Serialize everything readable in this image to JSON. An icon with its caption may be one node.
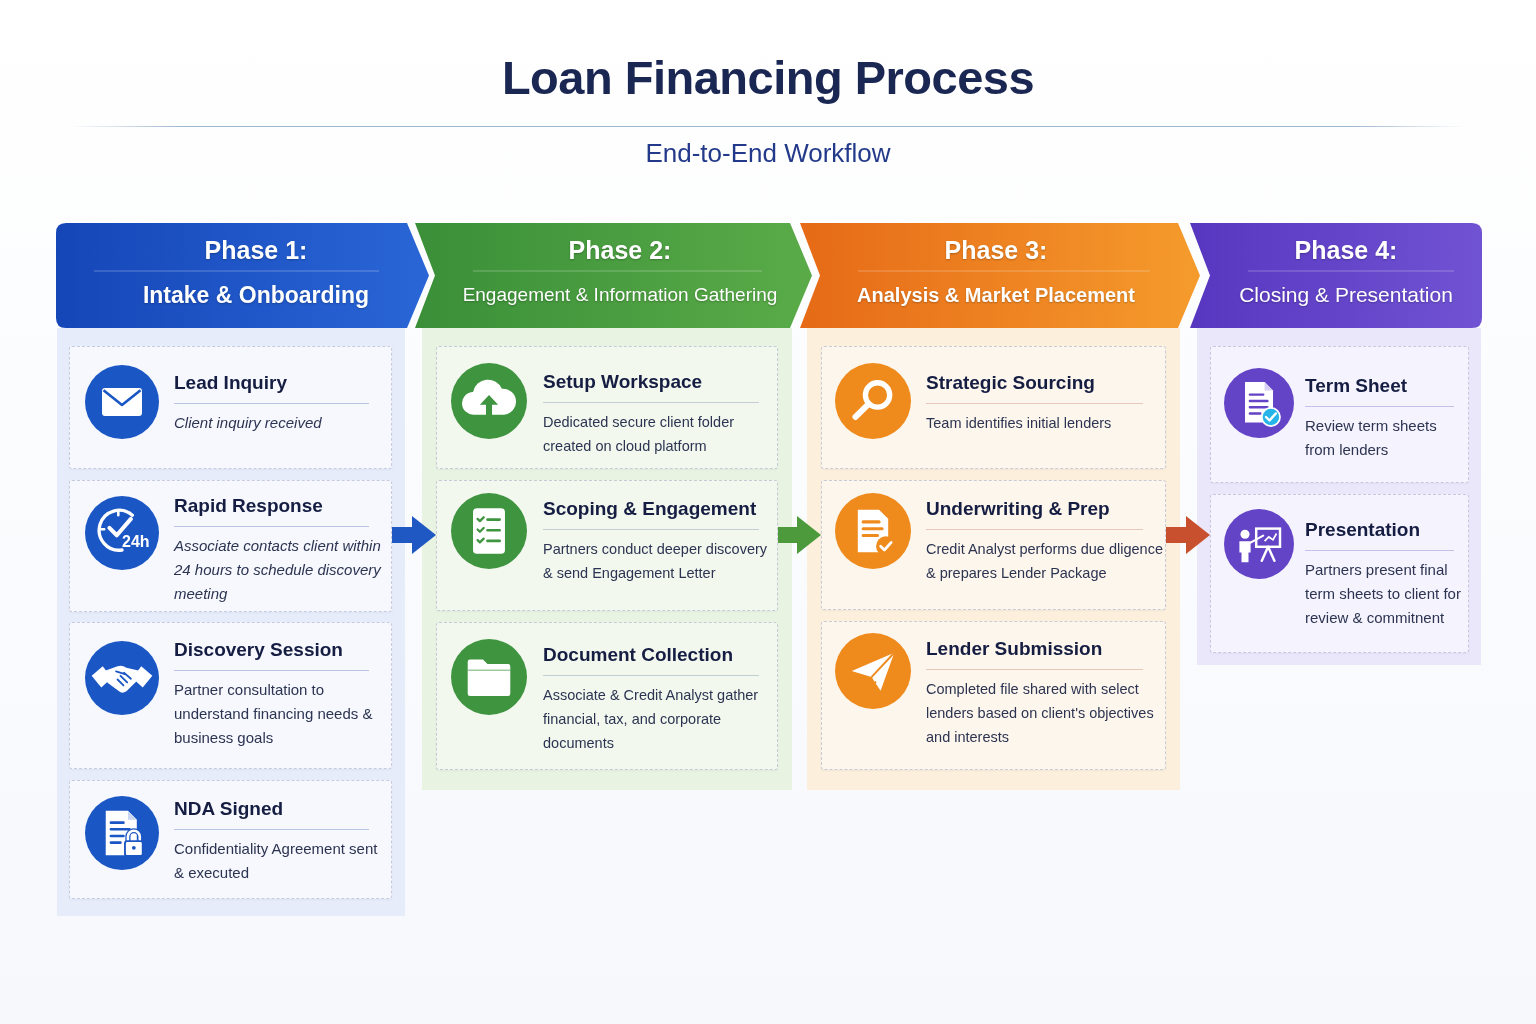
{
  "diagram": {
    "title": "Loan Financing Process",
    "nodes": [
      {
        "text": [
          "Phase 1:",
          "Intake & Onboarding"
        ]
      },
      {
        "text": [
          "Lead Inquiry",
          "Client inquiry received"
        ],
        "in": 0
      },
      {
        "text": [
          "Rapid Response",
          "Associate contacts client within 24 hours to schedule discovery meeting"
        ],
        "in": 0
      },
      {
        "text": [
          "Discovery Session",
          "Partner consultation to understand financing needs & business goals"
        ],
        "in": 0
      },
      {
        "text": [
          "NDA Signed",
          "Confidentiality Agreement sent & executed"
        ],
        "in": 0
      },
      {
        "text": [
          "Phase 2:",
          "Engagement & Information Gathering"
        ]
      },
      {
        "text": [
          "Setup Workspace",
          "Dedicated secure client folder created on cloud platform"
        ],
        "in": 5
      },
      {
        "text": [
          "Scoping & Engagement",
          "Partners conduct deeper discovery & send Engagement Letter"
        ],
        "in": 5
      },
      {
        "text": [
          "Document Collection",
          "Associate & Credit Analyst gather financial, tax, and corporate documents"
        ],
        "in": 5
      },
      {
        "text": [
          "Phase 3:",
          "Analysis & Market Placement"
        ]
      },
      {
        "text": [
          "Strategic Sourcing",
          "Team identifies initial lenders"
        ],
        "in": 9
      },
      {
        "text": [
          "Underwriting & Prep",
          "Credit Analyst performs due dligence & prepares Lender Package"
        ],
        "in": 9
      },
      {
        "text": [
          "Lender Submission",
          "Completed file shared with select lenders based on client's objectives and interests"
        ],
        "in": 9
      },
      {
        "text": [
          "Phase 4:",
          "Closing & Presentation"
        ]
      },
      {
        "text": [
          "Term Sheet",
          "Review term sheets from lenders"
        ],
        "in": 13
      },
      {
        "text": [
          "Presentation",
          "Partners present final term sheets to client for review & commitnent"
        ],
        "in": 13
      }
    ],
    "edges": [
      {
        "from": 2,
        "to": 7,
        "arrow": "to",
        "color": "#1f57c3"
      },
      {
        "from": 7,
        "to": 11,
        "arrow": "to",
        "color": "#4c9a3c"
      },
      {
        "from": 11,
        "to": 15,
        "arrow": "to",
        "color": "#c8502e"
      }
    ],
    "labels": [
      "End-to-End Workflow",
      "24h"
    ]
  }
}
